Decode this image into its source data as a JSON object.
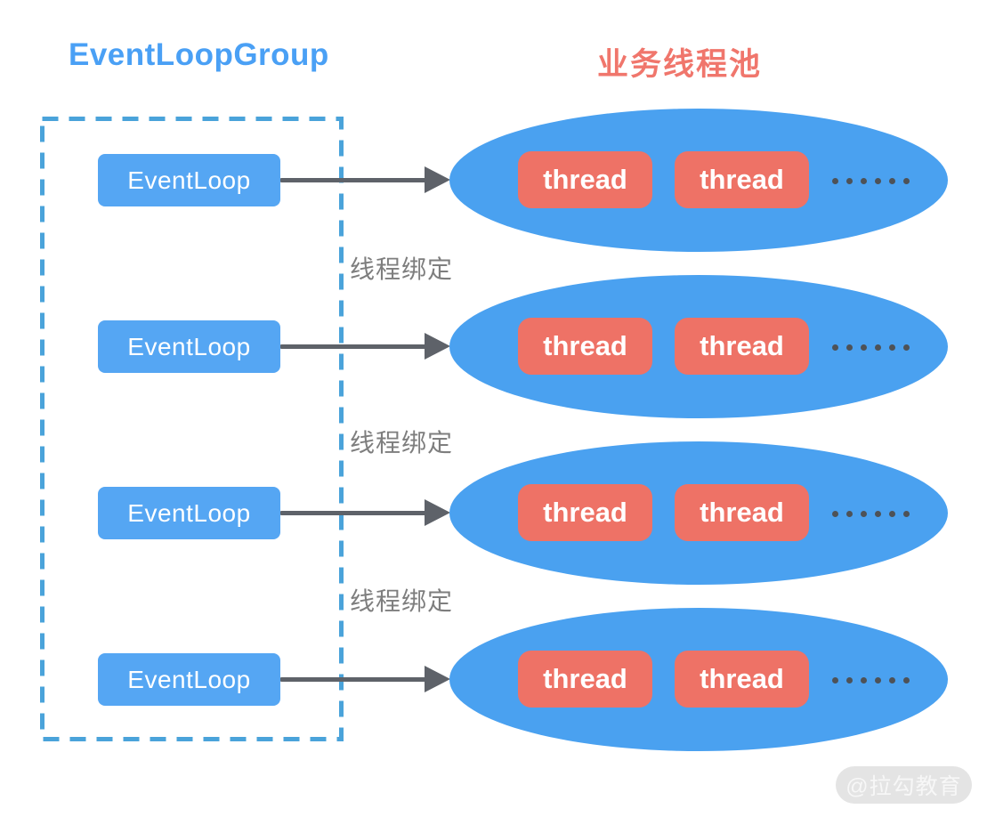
{
  "titles": {
    "left": "EventLoopGroup",
    "right": "业务线程池"
  },
  "rows": [
    {
      "eventloop_label": "EventLoop",
      "thread_labels": [
        "thread",
        "thread"
      ],
      "dots_count": 6
    },
    {
      "eventloop_label": "EventLoop",
      "thread_labels": [
        "thread",
        "thread"
      ],
      "dots_count": 6
    },
    {
      "eventloop_label": "EventLoop",
      "thread_labels": [
        "thread",
        "thread"
      ],
      "dots_count": 6
    },
    {
      "eventloop_label": "EventLoop",
      "thread_labels": [
        "thread",
        "thread"
      ],
      "dots_count": 6
    }
  ],
  "binding_labels": [
    "线程绑定",
    "线程绑定",
    "线程绑定"
  ],
  "watermark": "@拉勾教育",
  "colors": {
    "title_blue": "#4aa0f5",
    "title_red": "#f0766c",
    "box_blue": "#55a6f3",
    "ellipse_blue": "#4aa1f0",
    "thread_red": "#ee7266",
    "arrow_gray": "#5e6269",
    "dots_gray": "#4e5257",
    "binding_label_gray": "#7e7e7e",
    "dashed_border_blue": "#4aa3da",
    "watermark_bg": "#e4e4e4",
    "watermark_text": "#f7f7f7"
  }
}
